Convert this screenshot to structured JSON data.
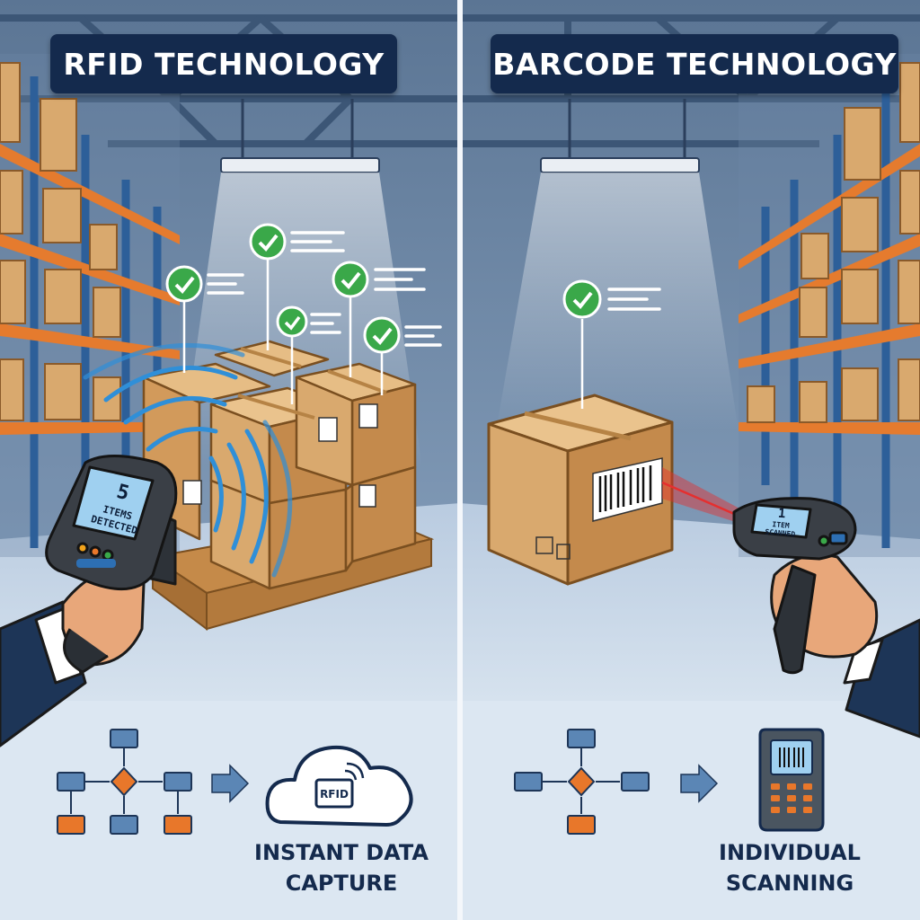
{
  "rfid": {
    "title": "RFID TECHNOLOGY",
    "scanner_count": "5",
    "scanner_line1": "ITEMS",
    "scanner_line2": "DETECTED",
    "cloud_label": "RFID",
    "caption_line1": "INSTANT DATA",
    "caption_line2": "CAPTURE"
  },
  "barcode": {
    "title": "BARCODE TECHNOLOGY",
    "scanner_count": "1",
    "scanner_line1": "ITEM",
    "scanner_line2": "SCANNED",
    "caption_line1": "INDIVIDUAL",
    "caption_line2": "SCANNING"
  },
  "colors": {
    "navy": "#142a4d",
    "check_green": "#3aa849",
    "box_cardboard": "#d9a96e",
    "shelf_orange": "#e57b2e",
    "rfid_wave_blue": "#2f8fd8",
    "laser_red": "#e52f2f",
    "flow_blue": "#5b86b5",
    "flow_orange": "#e8772a"
  },
  "icons": [
    "check-icon",
    "rfid-wave-icon",
    "barcode-icon",
    "cloud-icon",
    "flowchart-icon",
    "arrow-right-icon",
    "handheld-terminal-icon"
  ]
}
